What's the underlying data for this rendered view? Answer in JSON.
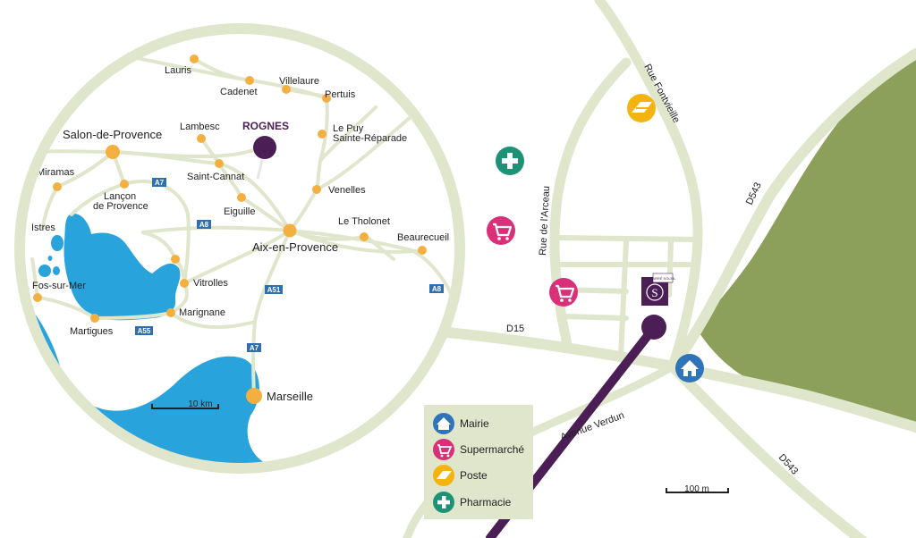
{
  "colors": {
    "water": "#29a3dc",
    "road": "#dfe6cc",
    "green_area": "#8c9f5b",
    "town_dot": "#f3b040",
    "highlight": "#4b1f55",
    "mairie": "#2f74b8",
    "supermarche": "#d9307a",
    "poste": "#f3b40f",
    "pharmacie": "#1e9277",
    "legend_bg": "#dfe6cc",
    "highway": "#2f6fae"
  },
  "inset": {
    "highlight_town": "ROGNES",
    "towns": [
      {
        "id": "lauris",
        "name": "Lauris"
      },
      {
        "id": "cadenet",
        "name": "Cadenet"
      },
      {
        "id": "villelaure",
        "name": "Villelaure"
      },
      {
        "id": "pertuis",
        "name": "Pertuis"
      },
      {
        "id": "lambesc",
        "name": "Lambesc"
      },
      {
        "id": "lepuy1",
        "name": "Le Puy"
      },
      {
        "id": "lepuy2",
        "name": "Sainte-Réparade"
      },
      {
        "id": "salon",
        "name": "Salon-de-Provence"
      },
      {
        "id": "miramas",
        "name": "Miramas"
      },
      {
        "id": "saintcannat",
        "name": "Saint-Cannat"
      },
      {
        "id": "lancon1",
        "name": "Lançon"
      },
      {
        "id": "lancon2",
        "name": "de Provence"
      },
      {
        "id": "venelles",
        "name": "Venelles"
      },
      {
        "id": "eiguille",
        "name": "Eiguille"
      },
      {
        "id": "istres",
        "name": "Istres"
      },
      {
        "id": "aix",
        "name": "Aix-en-Provence"
      },
      {
        "id": "tholonet",
        "name": "Le Tholonet"
      },
      {
        "id": "beaurecueil",
        "name": "Beaurecueil"
      },
      {
        "id": "fos",
        "name": "Fos-sur-Mer"
      },
      {
        "id": "vitrolles",
        "name": "Vitrolles"
      },
      {
        "id": "marignane",
        "name": "Marignane"
      },
      {
        "id": "martigues",
        "name": "Martigues"
      },
      {
        "id": "marseille",
        "name": "Marseille"
      }
    ],
    "highways": [
      "A7",
      "A8",
      "A51",
      "A8",
      "A55",
      "A7"
    ],
    "scale_label": "10 km"
  },
  "local": {
    "streets": [
      "Rue Fontvieille",
      "Rue de l'Arceau",
      "D543",
      "D15",
      "Avenue Verdun",
      "D543"
    ],
    "building_logo": "S",
    "building_tag": "CARRÉ SOLEIL",
    "scale_label": "100 m"
  },
  "legend": {
    "items": [
      {
        "icon": "mairie-icon",
        "label": "Mairie"
      },
      {
        "icon": "supermarche-icon",
        "label": "Supermarché"
      },
      {
        "icon": "poste-icon",
        "label": "Poste"
      },
      {
        "icon": "pharmacie-icon",
        "label": "Pharmacie"
      }
    ]
  }
}
